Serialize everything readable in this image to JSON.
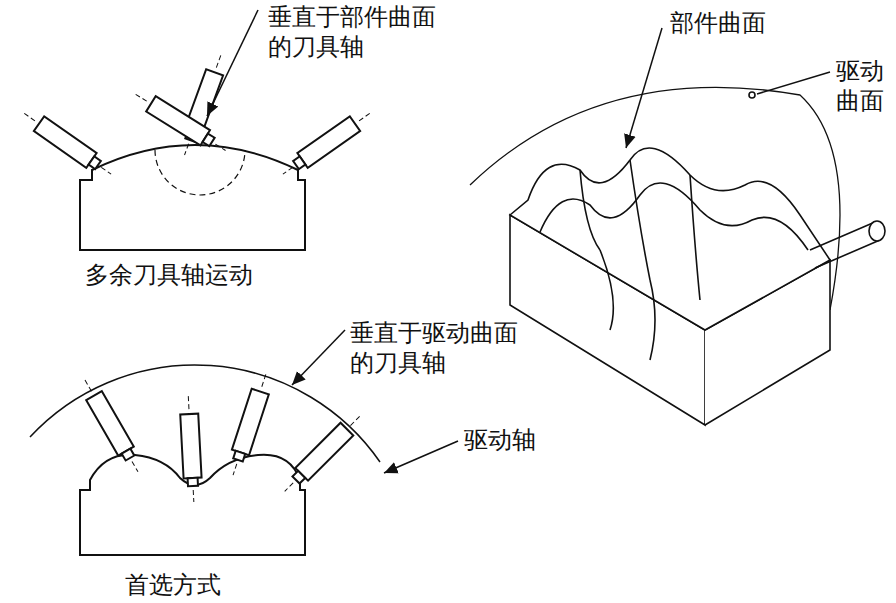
{
  "diagram": {
    "labels": [
      "垂直于部件曲面 的刀具轴",
      "多余刀具轴运动",
      "部件曲面",
      "驱动 曲面",
      "垂直于驱动曲面 的刀具轴",
      "驱动轴",
      "首选方式"
    ]
  }
}
